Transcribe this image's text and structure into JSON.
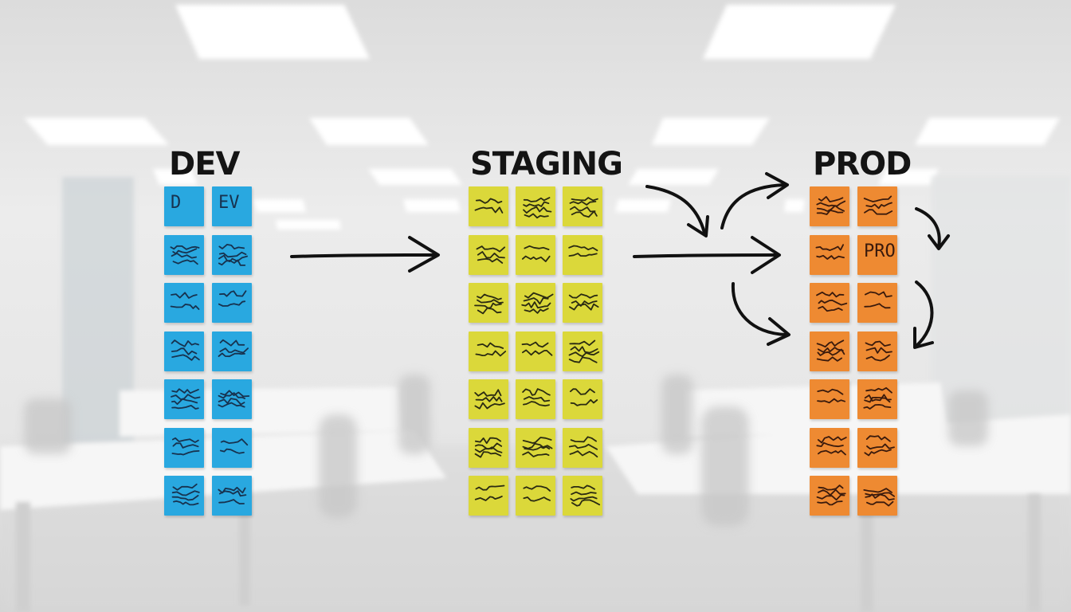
{
  "scene": {
    "description_colors": {
      "background_wall": "#ececec",
      "ceiling_light": "#ffffff",
      "floor": "#d8d8d8",
      "desk": "#f4f4f4"
    }
  },
  "columns": [
    {
      "id": "dev",
      "title": "DEV",
      "color": "#29a8e0",
      "ink": "#17324f",
      "notes": [
        [
          "D",
          "EV"
        ],
        [
          "",
          ""
        ],
        [
          "",
          ""
        ],
        [
          "",
          ""
        ],
        [
          "",
          ""
        ],
        [
          "",
          ""
        ],
        [
          "",
          ""
        ]
      ]
    },
    {
      "id": "staging",
      "title": "STAGING",
      "color": "#dbd83a",
      "ink": "#2a2a12",
      "notes": [
        [
          "",
          "",
          ""
        ],
        [
          "",
          "",
          ""
        ],
        [
          "",
          "",
          ""
        ],
        [
          "",
          "",
          ""
        ],
        [
          "",
          "",
          ""
        ],
        [
          "",
          "",
          ""
        ],
        [
          "",
          "",
          ""
        ]
      ]
    },
    {
      "id": "prod",
      "title": "PROD",
      "color": "#ee8a32",
      "ink": "#3a1a0c",
      "notes": [
        [
          "",
          ""
        ],
        [
          "",
          "PRO"
        ],
        [
          "",
          ""
        ],
        [
          "",
          ""
        ],
        [
          "",
          ""
        ],
        [
          "",
          ""
        ],
        [
          "",
          ""
        ]
      ]
    }
  ],
  "arrows": {
    "color": "#111111"
  }
}
